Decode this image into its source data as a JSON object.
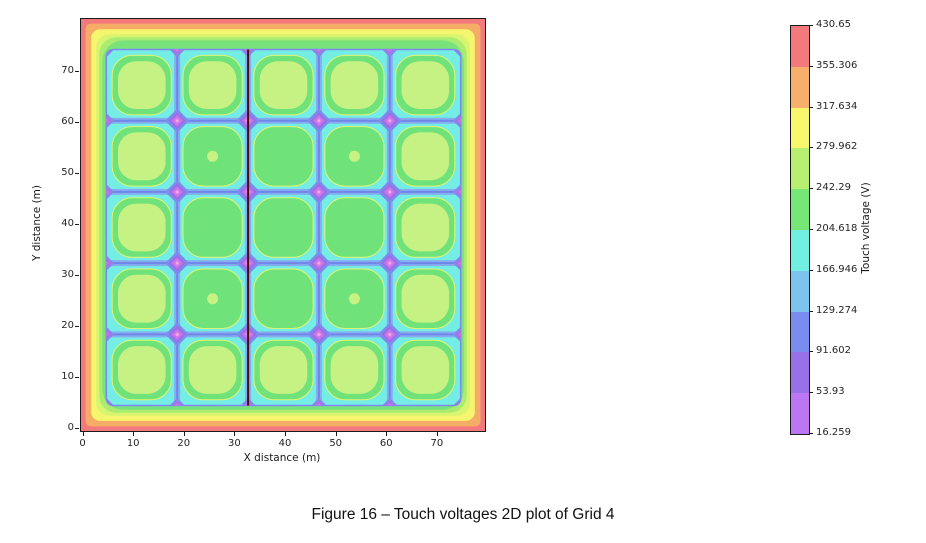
{
  "figure": {
    "caption": "Figure 16 – Touch voltages 2D plot of Grid 4"
  },
  "chart_data": {
    "type": "heatmap",
    "title": "",
    "xlabel": "X distance (m)",
    "ylabel": "Y distance (m)",
    "x_ticks": [
      "0",
      "10",
      "20",
      "30",
      "40",
      "50",
      "60",
      "70"
    ],
    "y_ticks": [
      "0",
      "10",
      "20",
      "30",
      "40",
      "50",
      "60",
      "70"
    ],
    "x_tick_values": [
      0,
      10,
      20,
      30,
      40,
      50,
      60,
      70
    ],
    "y_tick_values": [
      0,
      10,
      20,
      30,
      40,
      50,
      60,
      70
    ],
    "x_range_m": [
      0,
      79
    ],
    "y_range_m": [
      0,
      80
    ],
    "colorbar": {
      "label": "Touch voltage (V)",
      "levels_bottom_to_top": [
        "16.259",
        "53.93",
        "91.602",
        "129.274",
        "166.946",
        "204.618",
        "242.29",
        "279.962",
        "317.634",
        "355.306",
        "430.65"
      ],
      "band_colors_bottom_to_top": [
        "#bb77f3",
        "#9770ea",
        "#7a8cf0",
        "#7cc4f0",
        "#71f0e1",
        "#76e776",
        "#b9ef70",
        "#f7f76e",
        "#f7af6c",
        "#f4797c"
      ]
    },
    "grid": {
      "description": "5x5 grid of earthing-mesh cells, low touch voltage (cyan/blue/purple) along conductors, higher (green/yellow) inside cells, highest (orange/red) outside grid edge",
      "origin_m": 4.5,
      "pitch_m": 14,
      "rows": 5,
      "cols": 5,
      "profile_line_x_m": 32.5,
      "cell_pattern_top_to_bottom": [
        [
          "light",
          "light",
          "light",
          "light",
          "light"
        ],
        [
          "light",
          "dot",
          "plain",
          "dot",
          "light"
        ],
        [
          "light",
          "plain",
          "plain",
          "plain",
          "light"
        ],
        [
          "light",
          "dot",
          "plain",
          "dot",
          "light"
        ],
        [
          "light",
          "light",
          "light",
          "light",
          "light"
        ]
      ]
    },
    "palette": {
      "outer_red": "#f3797c",
      "outer_orange": "#f5ac66",
      "outer_yellow": "#f6f56e",
      "outer_yellow_green": "#d9f46f",
      "outer_light_green": "#a9ec70",
      "outer_green": "#79e37b",
      "grid_cyan": "#74eee4",
      "channel_light_blue": "#84aef0",
      "channel_blue": "#7184e8",
      "grid_outline_blue": "#7c88ee",
      "cell_green": "#70e27a",
      "cell_light_green": "#c6f183",
      "cell_contour_yellow": "#e0f56f",
      "diamond_periwinkle": "#7e8bee",
      "diamond_purple": "#9b6fe3",
      "diamond_violet": "#bb74ef",
      "diamond_magenta": "#da7be4",
      "diamond_pink": "#f3aedc",
      "edge_diamond_outer": "#8a85ec",
      "edge_diamond_mid": "#a973e8",
      "edge_diamond_inner": "#cc78e6",
      "profile_line": "#4a0d10"
    }
  }
}
